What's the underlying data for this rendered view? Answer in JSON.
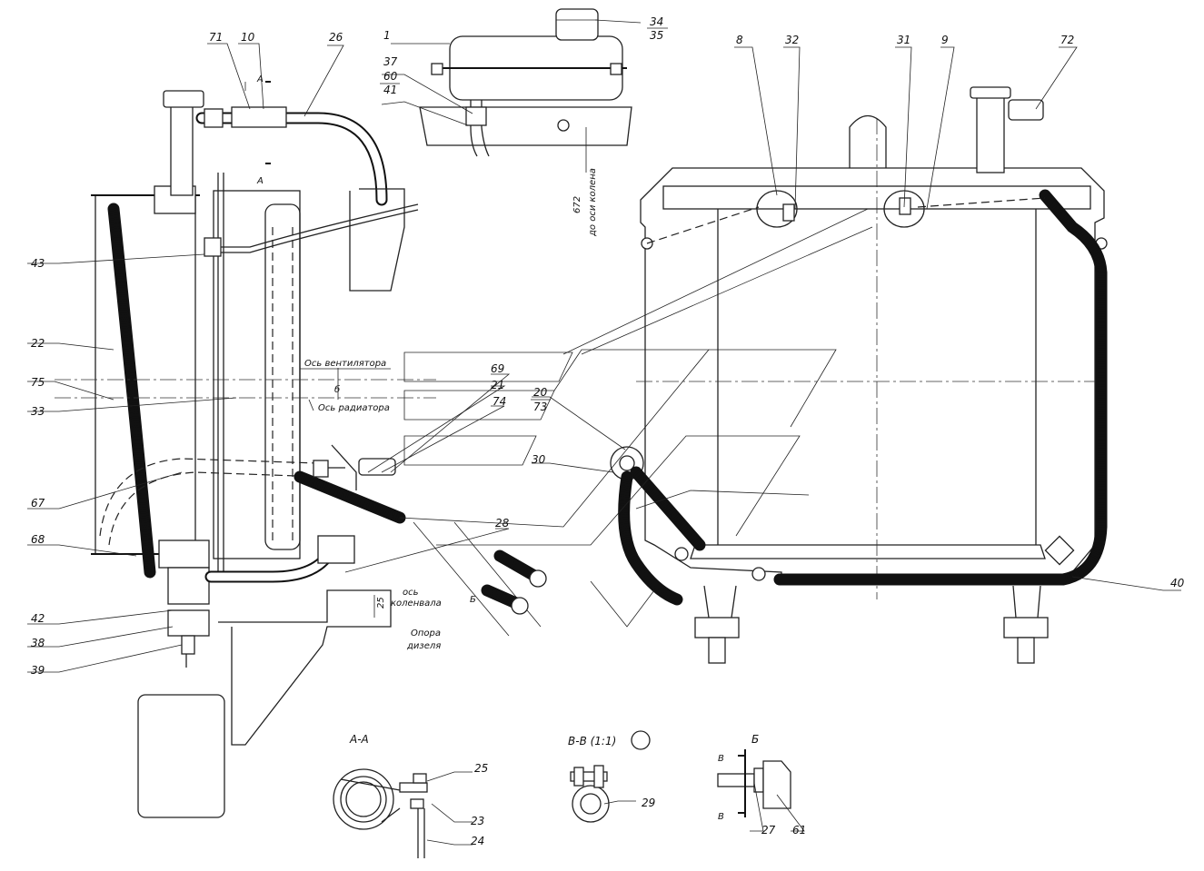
{
  "callouts": {
    "n1": "1",
    "n34": "34",
    "n35": "35",
    "n37": "37",
    "n60": "60",
    "n41": "41",
    "n71": "71",
    "n10": "10",
    "n26": "26",
    "n8": "8",
    "n32": "32",
    "n31": "31",
    "n9": "9",
    "n72": "72",
    "n43": "43",
    "n22": "22",
    "n75": "75",
    "n33": "33",
    "n69": "69",
    "n21": "21",
    "n74": "74",
    "n20": "20",
    "n73": "73",
    "n30": "30",
    "n67": "67",
    "n28": "28",
    "n68": "68",
    "n42": "42",
    "n38": "38",
    "n39": "39",
    "n40": "40",
    "n25": "25",
    "n23": "23",
    "n24": "24",
    "n29": "29",
    "n27": "27",
    "n61": "61",
    "n25b": "25"
  },
  "notes": {
    "fan_axis": "Ось вентилятора",
    "radiator_axis": "Ось радиатора",
    "offset_b": "б",
    "crankshaft_axis_1": "ось",
    "crankshaft_axis_2": "коленвала",
    "engine_support_1": "Опора",
    "engine_support_2": "дизеля",
    "to_knee_axis": "672",
    "to_knee_axis_2": "до оси колена",
    "section_mark_a": "А",
    "section_mark_b": "Б",
    "section_mark_v": "В"
  },
  "section_titles": {
    "aa": "А-А",
    "vv": "В-В (1:1)",
    "b": "Б"
  }
}
